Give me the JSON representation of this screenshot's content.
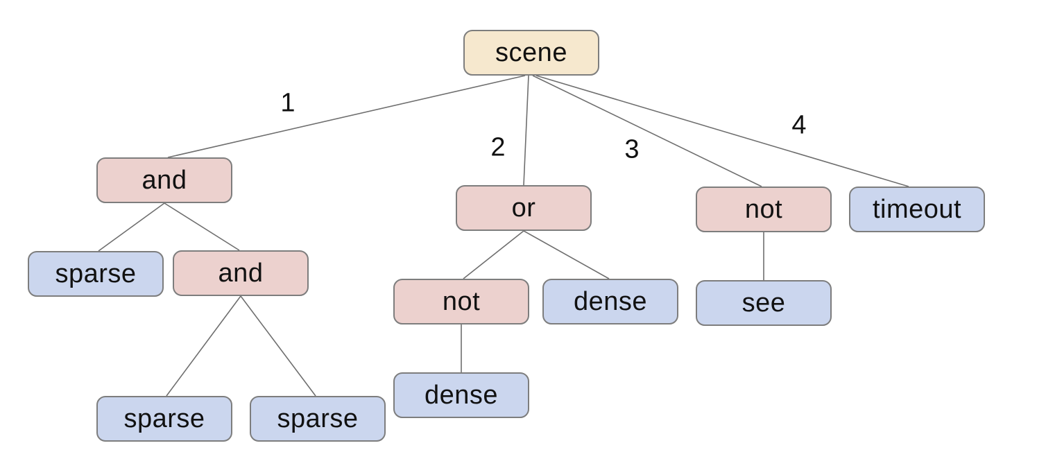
{
  "diagram": {
    "type": "tree",
    "background_color": "#ffffff",
    "colors": {
      "root_fill": "#f6e8ce",
      "operator_fill": "#ecd1ce",
      "leaf_fill": "#cbd6ee",
      "node_border": "#7d7d7d",
      "edge_line": "#6e6e6e",
      "text": "#111111"
    },
    "nodes": [
      {
        "id": "scene",
        "label": "scene",
        "kind": "root",
        "parent": null
      },
      {
        "id": "and-1",
        "label": "and",
        "kind": "operator",
        "parent": "scene",
        "edge_label": "1"
      },
      {
        "id": "or",
        "label": "or",
        "kind": "operator",
        "parent": "scene",
        "edge_label": "2"
      },
      {
        "id": "not-1",
        "label": "not",
        "kind": "operator",
        "parent": "scene",
        "edge_label": "3"
      },
      {
        "id": "timeout",
        "label": "timeout",
        "kind": "leaf",
        "parent": "scene",
        "edge_label": "4"
      },
      {
        "id": "sparse-1",
        "label": "sparse",
        "kind": "leaf",
        "parent": "and-1"
      },
      {
        "id": "and-2",
        "label": "and",
        "kind": "operator",
        "parent": "and-1"
      },
      {
        "id": "not-2",
        "label": "not",
        "kind": "operator",
        "parent": "or"
      },
      {
        "id": "dense-1",
        "label": "dense",
        "kind": "leaf",
        "parent": "or"
      },
      {
        "id": "see",
        "label": "see",
        "kind": "leaf",
        "parent": "not-1"
      },
      {
        "id": "sparse-2",
        "label": "sparse",
        "kind": "leaf",
        "parent": "and-2"
      },
      {
        "id": "sparse-3",
        "label": "sparse",
        "kind": "leaf",
        "parent": "and-2"
      },
      {
        "id": "dense-2",
        "label": "dense",
        "kind": "leaf",
        "parent": "not-2"
      }
    ],
    "edge_labels": [
      {
        "text": "1"
      },
      {
        "text": "2"
      },
      {
        "text": "3"
      },
      {
        "text": "4"
      }
    ]
  }
}
